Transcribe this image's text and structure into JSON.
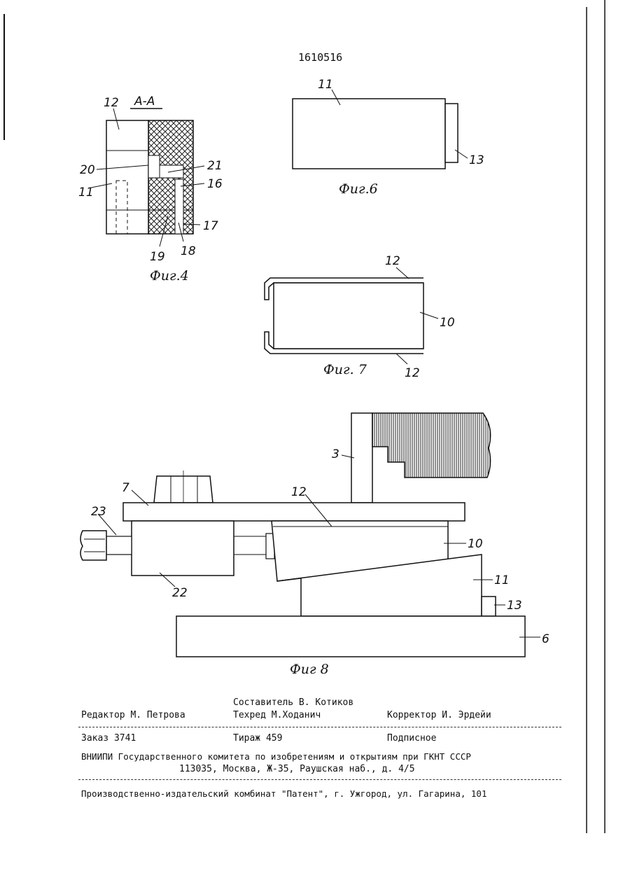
{
  "patent_number": "1610516",
  "figures": {
    "fig4": {
      "section_label": "А-А",
      "caption": "Фиг.4",
      "labels": [
        "12",
        "20",
        "11",
        "21",
        "16",
        "17",
        "19",
        "18"
      ]
    },
    "fig6": {
      "caption": "Фиг.6",
      "labels": [
        "11",
        "13"
      ]
    },
    "fig7": {
      "caption": "Фиг. 7",
      "labels": [
        "12",
        "10",
        "12"
      ]
    },
    "fig8": {
      "caption": "Фиг 8",
      "labels": [
        "3",
        "7",
        "12",
        "23",
        "10",
        "11",
        "22",
        "13",
        "6"
      ]
    }
  },
  "imprint": {
    "composer": "Составитель В. Котиков",
    "editor": "Редактор М. Петрова",
    "techred": "Техред  М.Ходанич",
    "corrector": "Корректор И. Эрдейи",
    "order": "Заказ 3741",
    "circulation": "Тираж 459",
    "subscription": "Подписное",
    "institute": "ВНИИПИ Государственного комитета по изобретениям и открытиям при ГКНТ СССР",
    "address": "113035, Москва, Ж-35, Раушская наб., д. 4/5",
    "printer": "Производственно-издательский комбинат \"Патент\", г. Ужгород, ул. Гагарина, 101"
  }
}
